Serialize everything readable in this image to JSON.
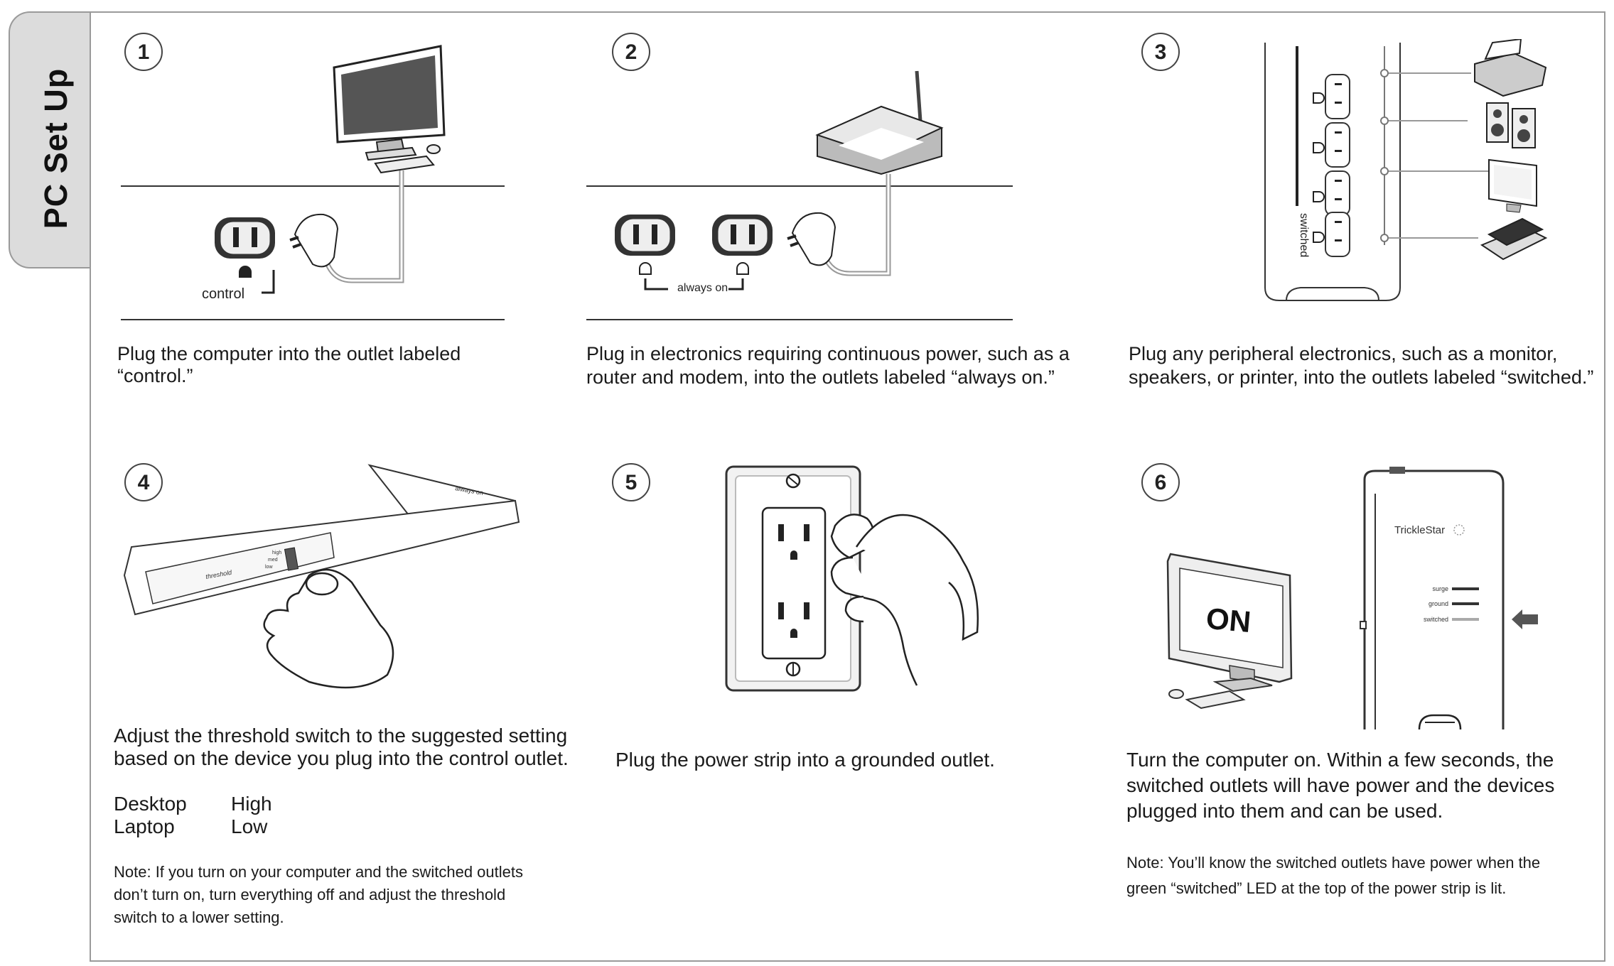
{
  "sidebar": {
    "title": "PC Set Up"
  },
  "steps": [
    {
      "number": "1",
      "text_line1": "Plug the computer into the outlet labeled",
      "text_line2": "“control.”",
      "diagram_label": "control"
    },
    {
      "number": "2",
      "text_line1": "Plug in electronics requiring continuous power, such as a",
      "text_line2": "router and modem, into the outlets labeled “always on.”",
      "diagram_label": "always on"
    },
    {
      "number": "3",
      "text_line1": "Plug any peripheral electronics, such as a monitor,",
      "text_line2": "speakers, or printer, into the outlets labeled “switched.”",
      "diagram_label": "switched"
    },
    {
      "number": "4",
      "text_line1": "Adjust the threshold switch to the suggested setting",
      "text_line2": "based on the device you plug into the control outlet.",
      "settings": [
        {
          "device": "Desktop",
          "setting": "High"
        },
        {
          "device": "Laptop",
          "setting": "Low"
        }
      ],
      "note_line1": "Note: If you turn on your computer and the switched outlets",
      "note_line2": "don’t turn on, turn everything off and adjust the threshold",
      "note_line3": "switch to a lower setting.",
      "diagram_threshold": "threshold",
      "diagram_high": "high",
      "diagram_med": "med",
      "diagram_low": "low",
      "diagram_always": "always on"
    },
    {
      "number": "5",
      "text_line1": "Plug the power strip into a grounded outlet."
    },
    {
      "number": "6",
      "text_line1": "Turn the computer on. Within a few seconds, the",
      "text_line2": "switched outlets will have power and the devices",
      "text_line3": "plugged into them and can be used.",
      "note_line1": "Note: You’ll know the switched outlets have power when the",
      "note_line2": "green “switched” LED at the top of the power strip is lit.",
      "screen_text": "ON",
      "brand": "TrickleStar",
      "led_surge": "surge",
      "led_ground": "ground",
      "led_switched": "switched"
    }
  ]
}
